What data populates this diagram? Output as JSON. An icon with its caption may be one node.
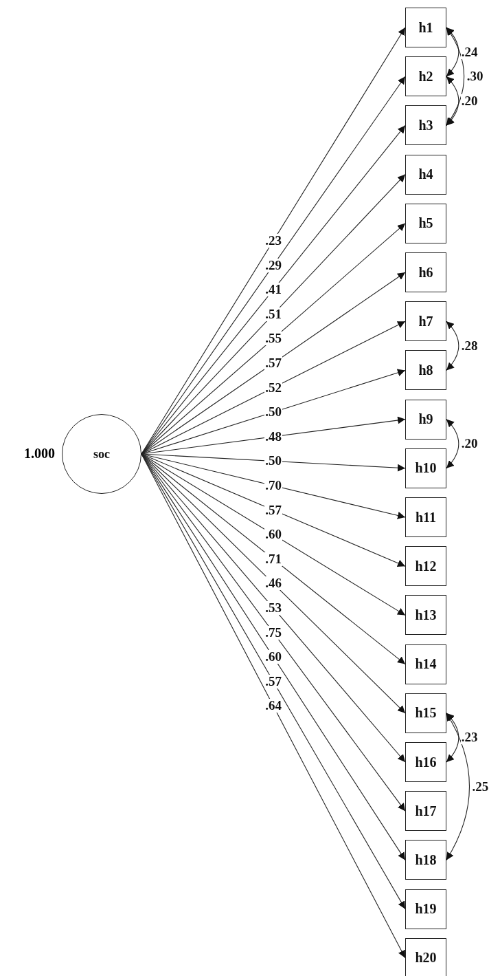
{
  "diagram": {
    "nodes": [
      {
        "text": [
          "soc"
        ],
        "beside": [
          "1.000"
        ]
      },
      {
        "text": [
          "h1"
        ]
      },
      {
        "text": [
          "h2"
        ]
      },
      {
        "text": [
          "h3"
        ]
      },
      {
        "text": [
          "h4"
        ]
      },
      {
        "text": [
          "h5"
        ]
      },
      {
        "text": [
          "h6"
        ]
      },
      {
        "text": [
          "h7"
        ]
      },
      {
        "text": [
          "h8"
        ]
      },
      {
        "text": [
          "h9"
        ]
      },
      {
        "text": [
          "h10"
        ]
      },
      {
        "text": [
          "h11"
        ]
      },
      {
        "text": [
          "h12"
        ]
      },
      {
        "text": [
          "h13"
        ]
      },
      {
        "text": [
          "h14"
        ]
      },
      {
        "text": [
          "h15"
        ]
      },
      {
        "text": [
          "h16"
        ]
      },
      {
        "text": [
          "h17"
        ]
      },
      {
        "text": [
          "h18"
        ]
      },
      {
        "text": [
          "h19"
        ]
      },
      {
        "text": [
          "h20"
        ]
      }
    ],
    "edges": [
      {
        "from": 0,
        "to": 1,
        "arrow": "to",
        "label": ".23"
      },
      {
        "from": 0,
        "to": 2,
        "arrow": "to",
        "label": ".29"
      },
      {
        "from": 0,
        "to": 3,
        "arrow": "to",
        "label": ".41"
      },
      {
        "from": 0,
        "to": 4,
        "arrow": "to",
        "label": ".51"
      },
      {
        "from": 0,
        "to": 5,
        "arrow": "to",
        "label": ".55"
      },
      {
        "from": 0,
        "to": 6,
        "arrow": "to",
        "label": ".57"
      },
      {
        "from": 0,
        "to": 7,
        "arrow": "to",
        "label": ".52"
      },
      {
        "from": 0,
        "to": 8,
        "arrow": "to",
        "label": ".50"
      },
      {
        "from": 0,
        "to": 9,
        "arrow": "to",
        "label": ".48"
      },
      {
        "from": 0,
        "to": 10,
        "arrow": "to",
        "label": ".50"
      },
      {
        "from": 0,
        "to": 11,
        "arrow": "to",
        "label": ".70"
      },
      {
        "from": 0,
        "to": 12,
        "arrow": "to",
        "label": ".57"
      },
      {
        "from": 0,
        "to": 13,
        "arrow": "to",
        "label": ".60"
      },
      {
        "from": 0,
        "to": 14,
        "arrow": "to",
        "label": ".71"
      },
      {
        "from": 0,
        "to": 15,
        "arrow": "to",
        "label": ".46"
      },
      {
        "from": 0,
        "to": 16,
        "arrow": "to",
        "label": ".53"
      },
      {
        "from": 0,
        "to": 17,
        "arrow": "to",
        "label": ".75"
      },
      {
        "from": 0,
        "to": 18,
        "arrow": "to",
        "label": ".60"
      },
      {
        "from": 0,
        "to": 19,
        "arrow": "to",
        "label": ".57"
      },
      {
        "from": 0,
        "to": 20,
        "arrow": "to",
        "label": ".64"
      },
      {
        "from": 1,
        "to": 2,
        "arrow": "both",
        "label": ".24"
      },
      {
        "from": 1,
        "to": 3,
        "arrow": "both",
        "label": ".30"
      },
      {
        "from": 2,
        "to": 3,
        "arrow": "both",
        "label": ".20"
      },
      {
        "from": 7,
        "to": 8,
        "arrow": "both",
        "label": ".28"
      },
      {
        "from": 9,
        "to": 10,
        "arrow": "both",
        "label": ".20"
      },
      {
        "from": 15,
        "to": 16,
        "arrow": "both",
        "label": ".23"
      },
      {
        "from": 15,
        "to": 18,
        "arrow": "both",
        "label": ".25"
      }
    ]
  }
}
